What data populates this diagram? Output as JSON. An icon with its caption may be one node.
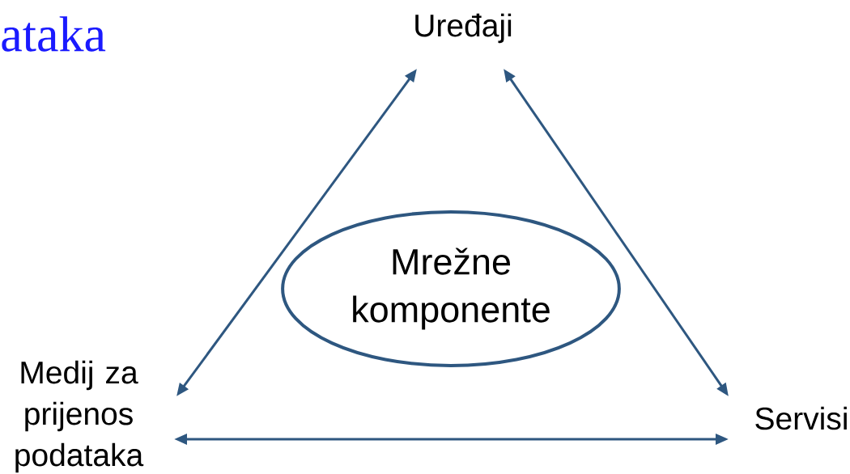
{
  "diagram": {
    "nodes": [
      {
        "text": [
          "Uređaji"
        ]
      },
      {
        "text": [
          "Medij za prijenos podataka"
        ]
      },
      {
        "text": [
          "Servisi"
        ]
      },
      {
        "text": [
          "Mrežne komponente"
        ]
      }
    ],
    "edges": [
      {
        "from": 1,
        "to": 0,
        "arrow": "both"
      },
      {
        "from": 0,
        "to": 2,
        "arrow": "both"
      },
      {
        "from": 1,
        "to": 2,
        "arrow": "both"
      }
    ],
    "labels": [
      "ataka"
    ]
  }
}
